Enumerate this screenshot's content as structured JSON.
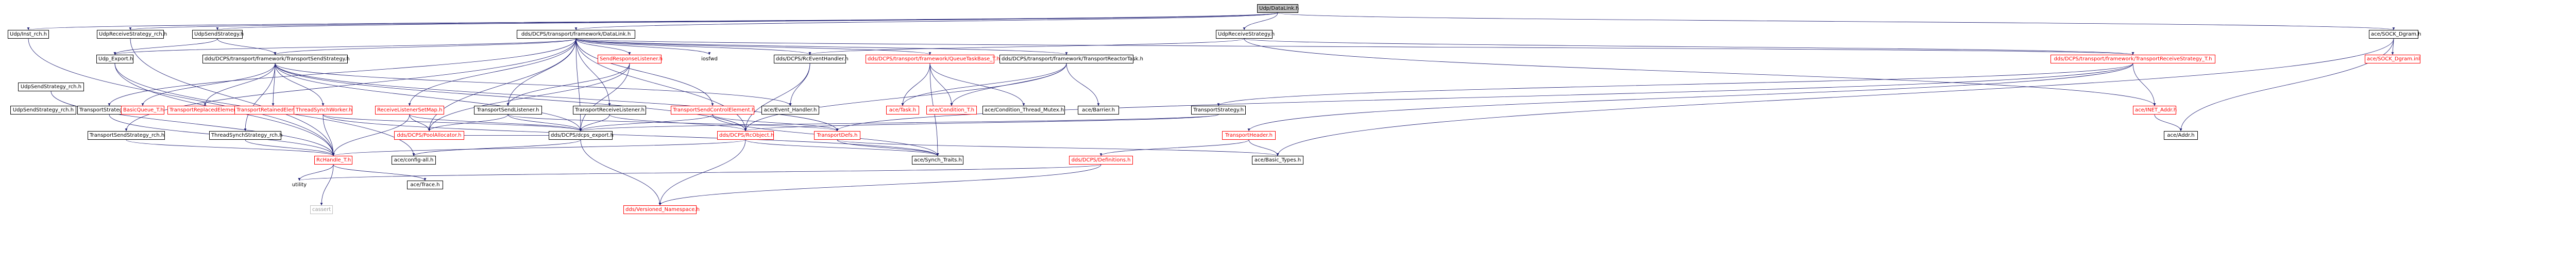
{
  "diagram": {
    "nodes": [
      {
        "id": "root",
        "label": "Udp/DataLink.h",
        "style": "root"
      },
      {
        "id": "udpinst",
        "label": "Udp/Inst_rch.h"
      },
      {
        "id": "recvstrat_rch",
        "label": "UdpReceiveStrategy_rch.h"
      },
      {
        "id": "sendstrat",
        "label": "UdpSendStrategy.h"
      },
      {
        "id": "dl",
        "label": "dds/DCPS/transport/framework/DataLink.h"
      },
      {
        "id": "recvstrat",
        "label": "UdpReceiveStrategy.h"
      },
      {
        "id": "sockd",
        "label": "ace/SOCK_Dgram.h"
      },
      {
        "id": "sockdinl",
        "label": "ace/SOCK_Dgram.inl",
        "style": "red"
      },
      {
        "id": "udpexport",
        "label": "Udp_Export.h"
      },
      {
        "id": "tss",
        "label": "dds/DCPS/transport/framework/TransportSendStrategy.h"
      },
      {
        "id": "srl",
        "label": "SendResponseListener.h",
        "style": "red"
      },
      {
        "id": "iosfwd",
        "label": "iosfwd",
        "style": "plain"
      },
      {
        "id": "rceh",
        "label": "dds/DCPS/RcEventHandler.h"
      },
      {
        "id": "qtb",
        "label": "dds/DCPS/transport/framework/QueueTaskBase_T.h",
        "style": "red"
      },
      {
        "id": "trt",
        "label": "dds/DCPS/transport/framework/TransportReactorTask.h"
      },
      {
        "id": "trs",
        "label": "dds/DCPS/transport/framework/TransportReceiveStrategy_T.h",
        "style": "red"
      },
      {
        "id": "sendstrat_rch",
        "label": "UdpSendStrategy_rch.h"
      },
      {
        "id": "tstrat_rch",
        "label": "TransportStrategy_rch.h"
      },
      {
        "id": "tsstrat_rch",
        "label": "TransportSendStrategy_rch.h"
      },
      {
        "id": "tsw_rch",
        "label": "ThreadSynchStrategy_rch.h"
      },
      {
        "id": "bq",
        "label": "BasicQueue_T.h",
        "style": "red"
      },
      {
        "id": "trepl",
        "label": "TransportReplacedElement.h",
        "style": "red"
      },
      {
        "id": "tret",
        "label": "TransportRetainedElement.h",
        "style": "red"
      },
      {
        "id": "tsworker",
        "label": "ThreadSynchWorker.h",
        "style": "red"
      },
      {
        "id": "rlsm",
        "label": "ReceiveListenerSetMap.h",
        "style": "red"
      },
      {
        "id": "tsl",
        "label": "TransportSendListener.h"
      },
      {
        "id": "trl",
        "label": "TransportReceiveListener.h"
      },
      {
        "id": "tsce",
        "label": "TransportSendControlElement.h",
        "style": "red"
      },
      {
        "id": "eh",
        "label": "ace/Event_Handler.h"
      },
      {
        "id": "task",
        "label": "ace/Task.h",
        "style": "red"
      },
      {
        "id": "condt",
        "label": "ace/Condition_T.h",
        "style": "red"
      },
      {
        "id": "condtm",
        "label": "ace/Condition_Thread_Mutex.h"
      },
      {
        "id": "barrier",
        "label": "ace/Barrier.h"
      },
      {
        "id": "inetaddr",
        "label": "ace/INET_Addr.h",
        "style": "red"
      },
      {
        "id": "addr",
        "label": "ace/Addr.h"
      },
      {
        "id": "tstrat",
        "label": "TransportStrategy.h"
      },
      {
        "id": "thdr",
        "label": "TransportHeader.h",
        "style": "red"
      },
      {
        "id": "tdefs",
        "label": "TransportDefs.h",
        "style": "red"
      },
      {
        "id": "dpa",
        "label": "dds/DCPS/PoolAllocator.h",
        "style": "red"
      },
      {
        "id": "dcpsexport",
        "label": "dds/DCPS/dcps_export.h"
      },
      {
        "id": "rcobj",
        "label": "dds/DCPS/RcObject.h",
        "style": "red"
      },
      {
        "id": "sendstrat_rch2",
        "label": "UdpSendStrategy_rch.h"
      },
      {
        "id": "rch",
        "label": "RcHandle_T.h",
        "style": "red"
      },
      {
        "id": "aceconfig",
        "label": "ace/config-all.h"
      },
      {
        "id": "trace",
        "label": "ace/Trace.h"
      },
      {
        "id": "synchtraits",
        "label": "ace/Synch_Traits.h"
      },
      {
        "id": "defs",
        "label": "dds/DCPS/Definitions.h",
        "style": "red"
      },
      {
        "id": "basictypes",
        "label": "ace/Basic_Types.h"
      },
      {
        "id": "utility",
        "label": "utility",
        "style": "plain"
      },
      {
        "id": "cassert",
        "label": "cassert",
        "style": "gray"
      },
      {
        "id": "vns",
        "label": "dds/Versioned_Namespace.h",
        "style": "red"
      }
    ],
    "edges": [
      [
        "root",
        "udpinst"
      ],
      [
        "root",
        "recvstrat_rch"
      ],
      [
        "root",
        "sendstrat"
      ],
      [
        "root",
        "dl"
      ],
      [
        "root",
        "recvstrat"
      ],
      [
        "root",
        "sockd"
      ],
      [
        "udpinst",
        "rch"
      ],
      [
        "recvstrat_rch",
        "rch"
      ],
      [
        "sendstrat",
        "udpexport"
      ],
      [
        "sendstrat",
        "tss"
      ],
      [
        "dl",
        "tss"
      ],
      [
        "dl",
        "srl"
      ],
      [
        "dl",
        "iosfwd"
      ],
      [
        "dl",
        "rceh"
      ],
      [
        "dl",
        "qtb"
      ],
      [
        "dl",
        "trt"
      ],
      [
        "dl",
        "trs"
      ],
      [
        "dl",
        "udpexport"
      ],
      [
        "dl",
        "tsl"
      ],
      [
        "dl",
        "trl"
      ],
      [
        "dl",
        "tsce"
      ],
      [
        "dl",
        "rlsm"
      ],
      [
        "dl",
        "dpa"
      ],
      [
        "dl",
        "dcpsexport"
      ],
      [
        "dl",
        "rcobj"
      ],
      [
        "dl",
        "tstrat_rch"
      ],
      [
        "dl",
        "tsstrat_rch"
      ],
      [
        "recvstrat",
        "rceh"
      ],
      [
        "recvstrat",
        "trs"
      ],
      [
        "recvstrat",
        "inetaddr"
      ],
      [
        "sockd",
        "sockdinl"
      ],
      [
        "sockd",
        "addr"
      ],
      [
        "sockd",
        "basictypes"
      ],
      [
        "udpexport",
        "aceconfig"
      ],
      [
        "udpexport",
        "rch"
      ],
      [
        "tss",
        "bq"
      ],
      [
        "tss",
        "trepl"
      ],
      [
        "tss",
        "tret"
      ],
      [
        "tss",
        "tsworker"
      ],
      [
        "tss",
        "tsw_rch"
      ],
      [
        "tss",
        "eh"
      ],
      [
        "tss",
        "tdefs"
      ],
      [
        "tss",
        "dcpsexport"
      ],
      [
        "tss",
        "rcobj"
      ],
      [
        "srl",
        "tsl"
      ],
      [
        "srl",
        "dpa"
      ],
      [
        "srl",
        "dcpsexport"
      ],
      [
        "rceh",
        "eh"
      ],
      [
        "rceh",
        "rcobj"
      ],
      [
        "qtb",
        "task"
      ],
      [
        "qtb",
        "condt"
      ],
      [
        "qtb",
        "condtm"
      ],
      [
        "qtb",
        "synchtraits"
      ],
      [
        "trt",
        "task"
      ],
      [
        "trt",
        "condt"
      ],
      [
        "trt",
        "barrier"
      ],
      [
        "trt",
        "rcobj"
      ],
      [
        "trs",
        "inetaddr"
      ],
      [
        "trs",
        "thdr"
      ],
      [
        "trs",
        "tstrat"
      ],
      [
        "trs",
        "tdefs"
      ],
      [
        "tsworker",
        "dcpsexport"
      ],
      [
        "tsworker",
        "rch"
      ],
      [
        "tsworker",
        "synchtraits"
      ],
      [
        "rlsm",
        "dpa"
      ],
      [
        "rlsm",
        "dcpsexport"
      ],
      [
        "rlsm",
        "rch"
      ],
      [
        "tsl",
        "dpa"
      ],
      [
        "tsl",
        "dcpsexport"
      ],
      [
        "tsl",
        "tdefs"
      ],
      [
        "trl",
        "dcpsexport"
      ],
      [
        "trl",
        "rcobj"
      ],
      [
        "tsce",
        "tdefs"
      ],
      [
        "tsce",
        "dcpsexport"
      ],
      [
        "tsce",
        "synchtraits"
      ],
      [
        "inetaddr",
        "addr"
      ],
      [
        "tstrat",
        "dcpsexport"
      ],
      [
        "tstrat",
        "rcobj"
      ],
      [
        "thdr",
        "basictypes"
      ],
      [
        "thdr",
        "defs"
      ],
      [
        "tdefs",
        "synchtraits"
      ],
      [
        "tdefs",
        "basictypes"
      ],
      [
        "dcpsexport",
        "vns"
      ],
      [
        "dcpsexport",
        "aceconfig"
      ],
      [
        "dpa",
        "dcpsexport"
      ],
      [
        "rcobj",
        "synchtraits"
      ],
      [
        "rcobj",
        "vns"
      ],
      [
        "rcobj",
        "rch"
      ],
      [
        "rch",
        "trace"
      ],
      [
        "rch",
        "cassert"
      ],
      [
        "rch",
        "utility"
      ],
      [
        "defs",
        "utility"
      ],
      [
        "defs",
        "vns"
      ],
      [
        "tstrat_rch",
        "rch"
      ],
      [
        "tsstrat_rch",
        "rch"
      ],
      [
        "tsw_rch",
        "rch"
      ],
      [
        "sendstrat_rch",
        "rch"
      ]
    ]
  }
}
